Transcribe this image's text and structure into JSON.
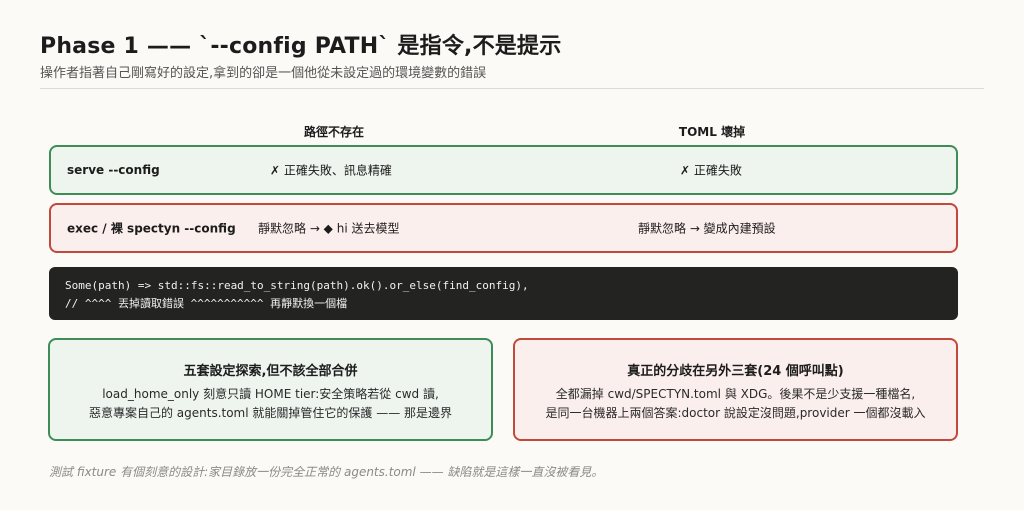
{
  "header": {
    "title": "Phase 1 —— `--config PATH` 是指令,不是提示",
    "subtitle": "操作者指著自己剛寫好的設定,拿到的卻是一個他從未設定過的環境變數的錯誤"
  },
  "table": {
    "columns": [
      "路徑不存在",
      "TOML 壞掉"
    ],
    "rows": [
      {
        "label": "serve --config",
        "path_missing": "✗ 正確失敗、訊息精確",
        "toml_broken": "✗ 正確失敗"
      },
      {
        "label": "exec / 裸 spectyn --config",
        "path_missing": "靜默忽略 → ◆ hi 送去模型",
        "toml_broken": "靜默忽略 → 變成內建預設"
      }
    ]
  },
  "code": {
    "line1": "Some(path) => std::fs::read_to_string(path).ok().or_else(find_config),",
    "line2": "// ^^^^ 丟掉讀取錯誤 ^^^^^^^^^^^ 再靜默換一個檔"
  },
  "cards": {
    "left": {
      "title": "五套設定探索,但不該全部合併",
      "line1": "load_home_only 刻意只讀 HOME tier:安全策略若從 cwd 讀,",
      "line2": "惡意專案自己的 agents.toml 就能關掉管住它的保護 —— 那是邊界"
    },
    "right": {
      "title": "真正的分歧在另外三套(24 個呼叫點)",
      "line1": "全都漏掉 cwd/SPECTYN.toml 與 XDG。後果不是少支援一種檔名,",
      "line2": "是同一台機器上兩個答案:doctor 說設定沒問題,provider 一個都沒載入"
    }
  },
  "footnote": "測試 fixture 有個刻意的設計:家目錄放一份完全正常的 agents.toml —— 缺陷就是這樣一直沒被看見。",
  "colors": {
    "green_border": "#3e8d57",
    "green_fill": "#eef5ef",
    "red_border": "#c2483b",
    "red_fill": "#fbefed",
    "code_bg": "#232321"
  }
}
